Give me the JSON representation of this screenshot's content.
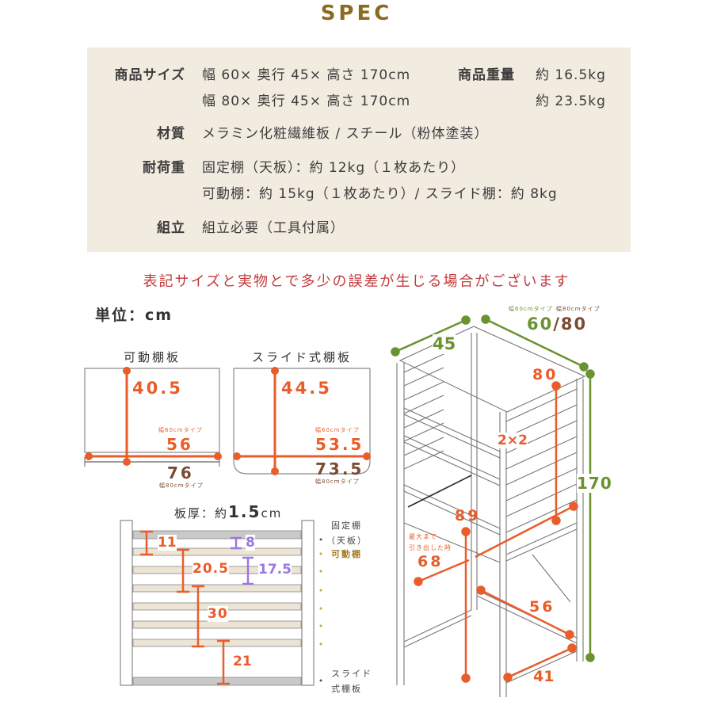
{
  "header": {
    "title": "SPEC"
  },
  "spec": {
    "size_label": "商品サイズ",
    "size_60": "幅 60× 奥行 45× 高さ 170cm",
    "size_80": "幅 80× 奥行 45× 高さ 170cm",
    "weight_label": "商品重量",
    "weight_60": "約 16.5kg",
    "weight_80": "約 23.5kg",
    "material_label": "材質",
    "material_value": "メラミン化粧繊維板 / スチール（粉体塗装）",
    "load_label": "耐荷重",
    "load_line1": "固定棚（天板）：約 12kg（１枚あたり）",
    "load_line2": "可動棚：約 15kg（１枚あたり）/ スライド棚：約 8kg",
    "assembly_label": "組立",
    "assembly_value": "組立必要（工具付属）"
  },
  "notice": "表記サイズと実物とで多少の誤差が生じる場合がございます",
  "unit": "単位：cm",
  "movable_shelf": {
    "title": "可動棚板",
    "depth": "40.5",
    "width_60_note": "幅60cmタイプ",
    "width_60": "56",
    "width_80": "76",
    "width_80_note": "幅80cmタイプ"
  },
  "slide_shelf": {
    "title": "スライド式棚板",
    "depth": "44.5",
    "width_60_note": "幅60cmタイプ",
    "width_60": "53.5",
    "width_80": "73.5",
    "width_80_note": "幅80cmタイプ"
  },
  "shelf_pitch": {
    "thickness_prefix": "板厚：約",
    "thickness_value": "1.5",
    "thickness_unit": "cm",
    "gaps": [
      "11",
      "20.5",
      "30",
      "21"
    ],
    "pitch_gaps": [
      "8",
      "17.5"
    ],
    "legend_fixed_1": "固定棚",
    "legend_fixed_2": "（天板）",
    "legend_movable": "可動棚",
    "legend_slide_1": "スライド",
    "legend_slide_2": "式棚板"
  },
  "rack": {
    "width_note_60": "幅60cmタイプ",
    "width_note_80": "幅80cmタイプ",
    "width_60": "60",
    "width_sep": "/",
    "width_80": "80",
    "depth": "45",
    "height": "170",
    "inner_height": "80",
    "pole": "2×2",
    "lower_height": "89",
    "slide_note_1": "最大まで",
    "slide_note_2": "引き出した時",
    "slide_extended": "68",
    "lower_width": "56",
    "lower_depth": "41"
  },
  "colors": {
    "title": "#8b6a22",
    "spec_bg": "#f1ebe0",
    "notice": "#c3393c",
    "orange": "#e95d2b",
    "brown": "#7a4b33",
    "green": "#6a922e",
    "purple": "#9b78e0",
    "shelf_fill": "#ece4d4",
    "fixed_fill": "#c9c9c9"
  }
}
